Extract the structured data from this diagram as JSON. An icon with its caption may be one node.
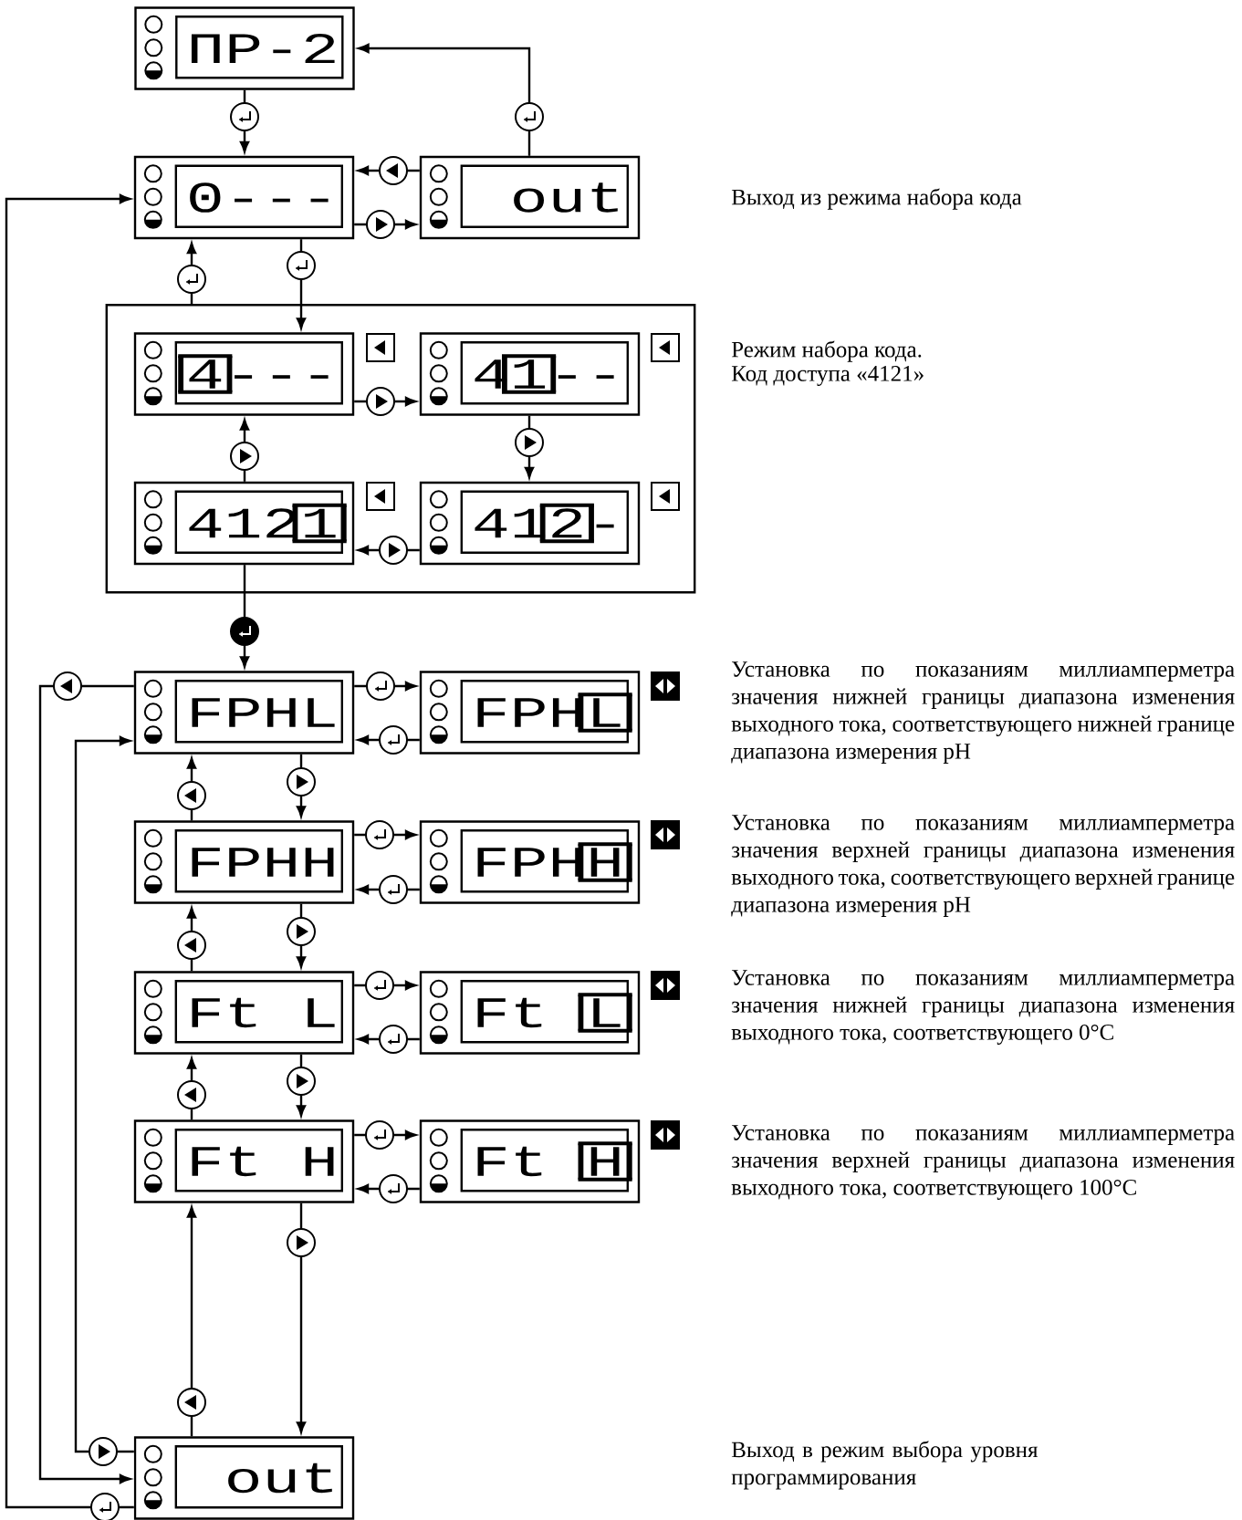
{
  "diagram": {
    "nodes": [
      {
        "text": [
          "ПР-2"
        ]
      },
      {
        "text": [
          "0---"
        ]
      },
      {
        "text": [
          "out"
        ]
      },
      {
        "text": [],
        "shape": "box"
      },
      {
        "text": [
          "**4**---"
        ],
        "in": 3
      },
      {
        "text": [
          "4**1**--"
        ],
        "in": 3
      },
      {
        "text": [
          "412**1**"
        ],
        "in": 3
      },
      {
        "text": [
          "41**2**-"
        ],
        "in": 3
      },
      {
        "text": [
          "FPHL"
        ]
      },
      {
        "text": [
          "FPH**L**"
        ]
      },
      {
        "text": [
          "FPHH"
        ]
      },
      {
        "text": [
          "FPH**H**"
        ]
      },
      {
        "text": [
          "Ft L"
        ]
      },
      {
        "text": [
          "Ft **L**"
        ]
      },
      {
        "text": [
          "Ft H"
        ]
      },
      {
        "text": [
          "Ft **H**"
        ]
      },
      {
        "text": [
          "out"
        ]
      }
    ],
    "edges": [
      {
        "from": 0,
        "to": 1,
        "arrow": "to"
      },
      {
        "from": 2,
        "to": 0,
        "arrow": "to"
      },
      {
        "from": 1,
        "to": 2,
        "arrow": "to"
      },
      {
        "from": 2,
        "to": 1,
        "arrow": "to"
      },
      {
        "from": 1,
        "to": 4,
        "arrow": "to"
      },
      {
        "from": 3,
        "to": 1,
        "arrow": "to"
      },
      {
        "from": 4,
        "to": 5,
        "arrow": "to"
      },
      {
        "from": 5,
        "to": 7,
        "arrow": "to"
      },
      {
        "from": 7,
        "to": 6,
        "arrow": "to"
      },
      {
        "from": 6,
        "to": 4,
        "arrow": "to"
      },
      {
        "from": 6,
        "to": 8,
        "arrow": "to"
      },
      {
        "from": 8,
        "to": 9,
        "arrow": "to"
      },
      {
        "from": 9,
        "to": 8,
        "arrow": "to"
      },
      {
        "from": 8,
        "to": 10,
        "arrow": "to"
      },
      {
        "from": 10,
        "to": 8,
        "arrow": "to"
      },
      {
        "from": 10,
        "to": 11,
        "arrow": "to"
      },
      {
        "from": 11,
        "to": 10,
        "arrow": "to"
      },
      {
        "from": 10,
        "to": 12,
        "arrow": "to"
      },
      {
        "from": 12,
        "to": 10,
        "arrow": "to"
      },
      {
        "from": 12,
        "to": 13,
        "arrow": "to"
      },
      {
        "from": 13,
        "to": 12,
        "arrow": "to"
      },
      {
        "from": 12,
        "to": 14,
        "arrow": "to"
      },
      {
        "from": 14,
        "to": 12,
        "arrow": "to"
      },
      {
        "from": 14,
        "to": 15,
        "arrow": "to"
      },
      {
        "from": 15,
        "to": 14,
        "arrow": "to"
      },
      {
        "from": 14,
        "to": 16,
        "arrow": "to"
      },
      {
        "from": 16,
        "to": 14,
        "arrow": "to"
      },
      {
        "from": 16,
        "to": 8,
        "arrow": "to"
      },
      {
        "from": 8,
        "to": 16,
        "arrow": "to"
      },
      {
        "from": 16,
        "to": 1,
        "arrow": "to"
      }
    ],
    "labels": [
      "Выход из режима набора кода",
      "Режим набора кода.",
      "Код доступа «4121»",
      "Установка по показаниям миллиамперметра значения нижней границы диапазона изменения выходного тока, соответствующего нижней границе диапазона измерения pH",
      "Установка по показаниям миллиамперметра значения верхней границы диапазона изменения выходного тока, соответствующего верхней границе диапазона измерения pH",
      "Установка по показаниям миллиамперметра значения нижней границы диапазона изменения выходного тока, соответствующего 0°C",
      "Установка по показаниям миллиамперметра значения верхней границы диапазона изменения выходного тока, соответствующего 100°C",
      "Выход в режим выбора уровня программирования"
    ]
  }
}
